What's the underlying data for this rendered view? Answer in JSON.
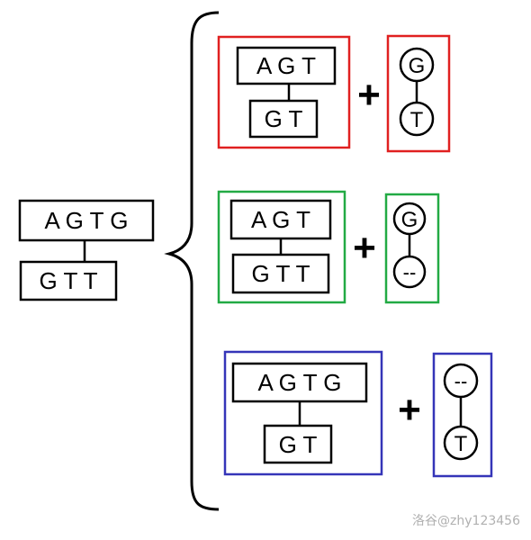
{
  "colors": {
    "red": "#e02020",
    "green": "#22aa44",
    "blue": "#3535b8",
    "ink": "#000000"
  },
  "source": {
    "top": "A G T G",
    "bottom": "G T T"
  },
  "options": [
    {
      "color_key": "red",
      "top": "A G T",
      "bottom": "G T",
      "plus": "+",
      "node_top": "G",
      "node_bottom": "T"
    },
    {
      "color_key": "green",
      "top": "A G T",
      "bottom": "G T T",
      "plus": "+",
      "node_top": "G",
      "node_bottom": "--"
    },
    {
      "color_key": "blue",
      "top": "A G T G",
      "bottom": "G T",
      "plus": "+",
      "node_top": "--",
      "node_bottom": "T"
    }
  ],
  "watermark": "洛谷@zhy123456"
}
